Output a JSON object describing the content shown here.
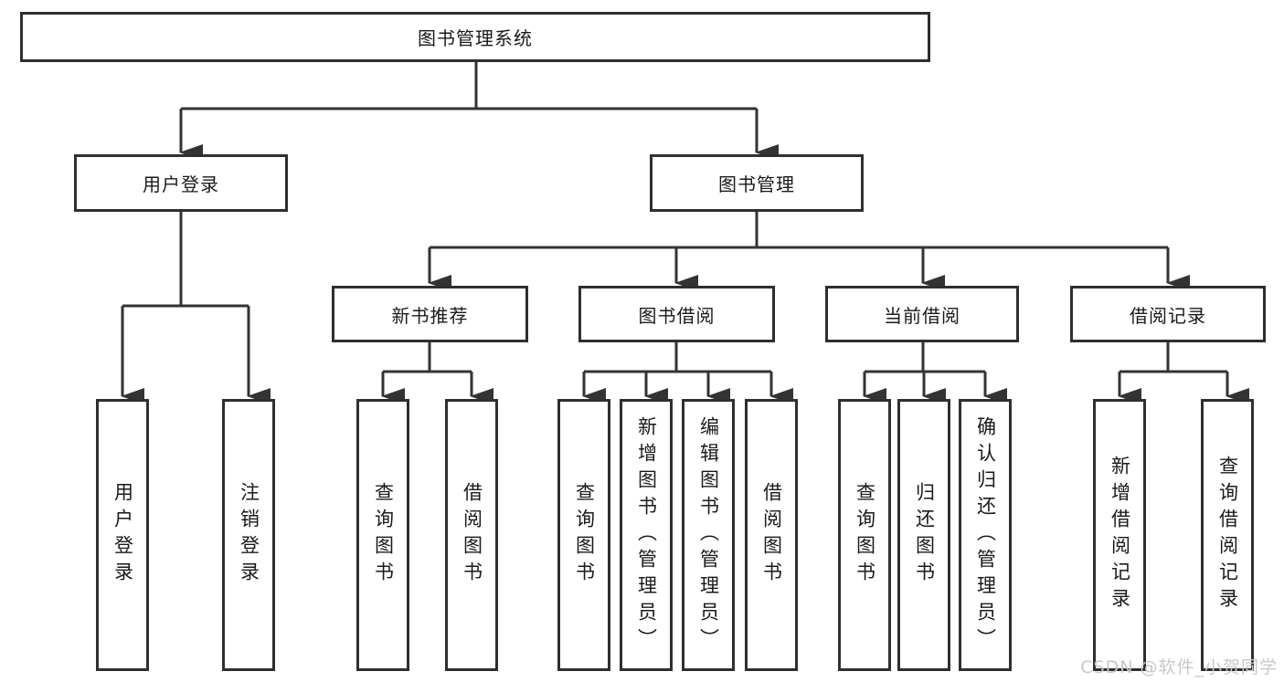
{
  "tree": {
    "root": "图书管理系统",
    "children": [
      {
        "label": "用户登录",
        "leaves": [
          "用户登录",
          "注销登录"
        ]
      },
      {
        "label": "图书管理",
        "children": [
          {
            "label": "新书推荐",
            "leaves": [
              "查询图书",
              "借阅图书"
            ]
          },
          {
            "label": "图书借阅",
            "leaves": [
              "查询图书",
              "新增图书（管理员）",
              "编辑图书（管理员）",
              "借阅图书"
            ]
          },
          {
            "label": "当前借阅",
            "leaves": [
              "查询图书",
              "归还图书",
              "确认归还（管理员）"
            ]
          },
          {
            "label": "借阅记录",
            "leaves": [
              "新增借阅记录",
              "查询借阅记录"
            ]
          }
        ]
      }
    ]
  },
  "watermark": "CSDN @软件_小贺同学",
  "colors": {
    "line": "#333333",
    "box_border": "#2f2f2f",
    "text": "#1a1a1a",
    "watermark": "#c8c8c8",
    "background": "#ffffff"
  }
}
